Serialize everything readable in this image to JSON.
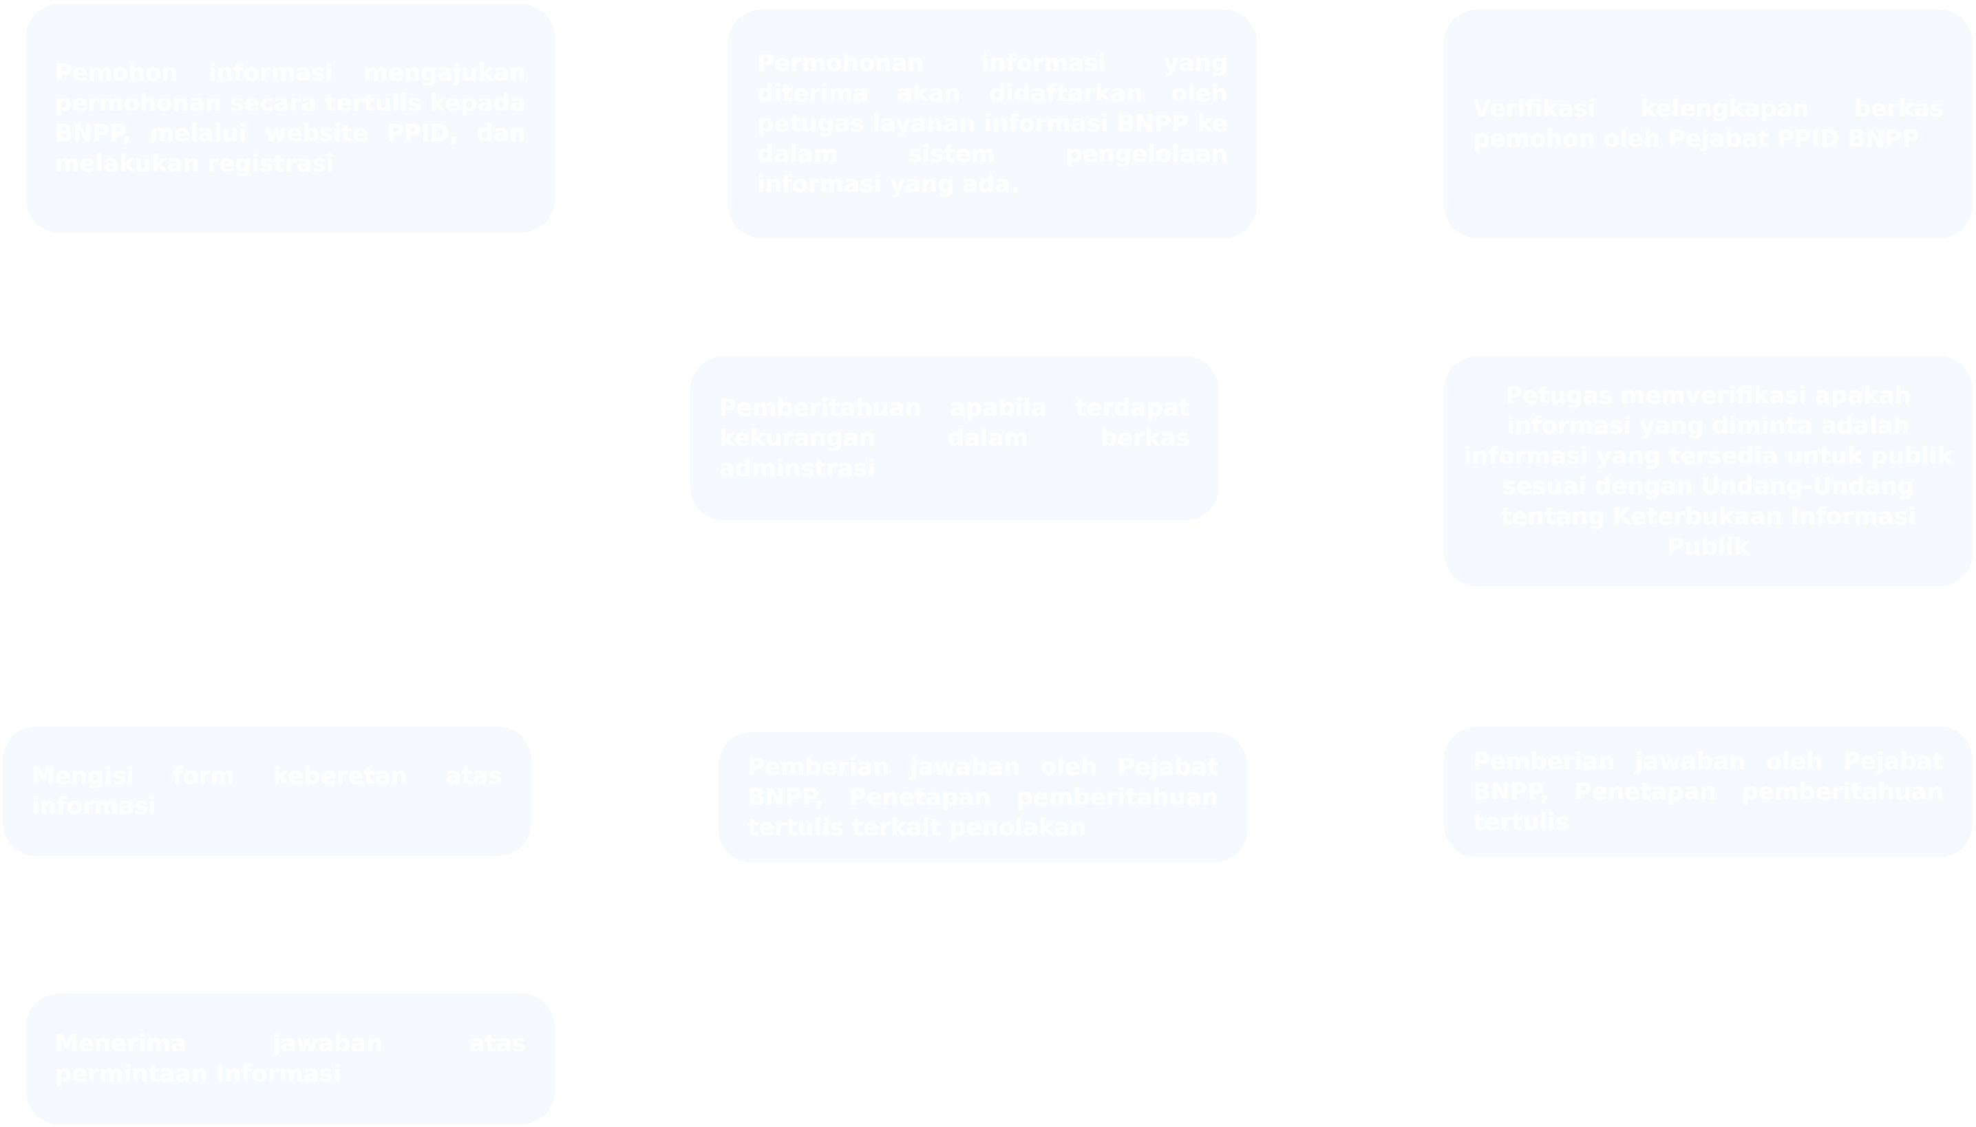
{
  "steps": [
    {
      "id": "step-1",
      "text": "Pemohon informasi mengajukan permohonan secara tertulis kepada BNPP, melalui website PPID, dan melakukan registrasi"
    },
    {
      "id": "step-2",
      "text": "Permohonan informasi yang diterima akan didaftarkan oleh petugas layanan informasi BNPP ke dalam sistem pengelolaan informasi yang ada."
    },
    {
      "id": "step-3",
      "text": "Verifikasi kelengkapan berkas pemohon oleh Pejabat PPID BNPP"
    },
    {
      "id": "step-4",
      "text": "Pemberitahuan apabila terdapat kekurangan dalam berkas adminstrasi"
    },
    {
      "id": "step-5",
      "text": "Petugas memverifikasi apakah informasi yang diminta adalah informasi yang tersedia untuk publik sesuai dengan Undang-Undang tentang Keterbukaan Informasi Publik"
    },
    {
      "id": "step-6",
      "text": "Mengisi form keberetan atas informasi"
    },
    {
      "id": "step-7",
      "text": "Pemberian jawaban oleh Pejabat BNPP, Penetapan pemberitahuan tertulis terkait penolakan"
    },
    {
      "id": "step-8",
      "text": "Pemberian jawaban oleh Pejabat BNPP, Penetapan pemberitahuan tertulis"
    },
    {
      "id": "step-9",
      "text": "Menerima jawaban atas permintaan Informasi"
    }
  ]
}
